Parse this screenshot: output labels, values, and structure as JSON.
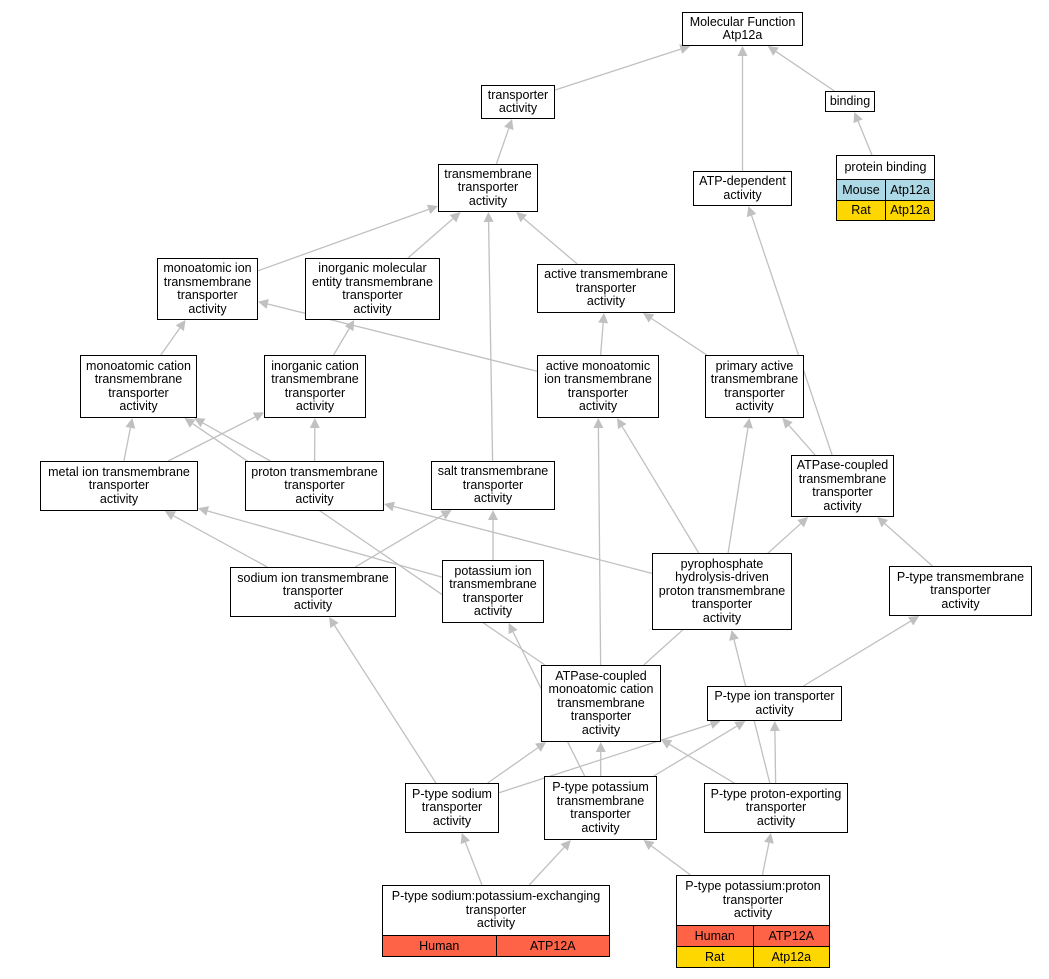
{
  "graph": {
    "edge_color": "#c0c0c0",
    "species_colors": {
      "Human": "#ff6347",
      "Mouse": "#add8e6",
      "Rat": "#ffd700"
    },
    "nodes": [
      {
        "id": "molecular_function",
        "label": "Molecular Function\nAtp12a"
      },
      {
        "id": "transporter_activity",
        "label": "transporter\nactivity"
      },
      {
        "id": "binding",
        "label": "binding"
      },
      {
        "id": "transmembrane_transporter_activity",
        "label": "transmembrane\ntransporter\nactivity"
      },
      {
        "id": "atp_dependent_activity",
        "label": "ATP-dependent\nactivity"
      },
      {
        "id": "monoatomic_ion_tt",
        "label": "monoatomic ion\ntransmembrane\ntransporter\nactivity"
      },
      {
        "id": "inorganic_molecular_entity_tt",
        "label": "inorganic molecular\nentity transmembrane\ntransporter\nactivity"
      },
      {
        "id": "active_tt",
        "label": "active transmembrane\ntransporter\nactivity"
      },
      {
        "id": "monoatomic_cation_tt",
        "label": "monoatomic cation\ntransmembrane\ntransporter\nactivity"
      },
      {
        "id": "inorganic_cation_tt",
        "label": "inorganic cation\ntransmembrane\ntransporter\nactivity"
      },
      {
        "id": "active_monoatomic_ion_tt",
        "label": "active monoatomic\nion transmembrane\ntransporter\nactivity"
      },
      {
        "id": "primary_active_tt",
        "label": "primary active\ntransmembrane\ntransporter\nactivity"
      },
      {
        "id": "metal_ion_tt",
        "label": "metal ion transmembrane\ntransporter\nactivity"
      },
      {
        "id": "proton_tt",
        "label": "proton transmembrane\ntransporter\nactivity"
      },
      {
        "id": "salt_tt",
        "label": "salt transmembrane\ntransporter\nactivity"
      },
      {
        "id": "atpase_coupled_tt",
        "label": "ATPase-coupled\ntransmembrane\ntransporter\nactivity"
      },
      {
        "id": "sodium_ion_tt",
        "label": "sodium ion transmembrane\ntransporter\nactivity"
      },
      {
        "id": "potassium_ion_tt",
        "label": "potassium ion\ntransmembrane\ntransporter\nactivity"
      },
      {
        "id": "pyrophosphate_proton_tt",
        "label": "pyrophosphate\nhydrolysis-driven\nproton transmembrane\ntransporter\nactivity"
      },
      {
        "id": "p_type_tt",
        "label": "P-type transmembrane\ntransporter\nactivity"
      },
      {
        "id": "atpase_monoatomic_cation_tt",
        "label": "ATPase-coupled\nmonoatomic cation\ntransmembrane\ntransporter\nactivity"
      },
      {
        "id": "p_type_ion_transporter",
        "label": "P-type ion transporter\nactivity"
      },
      {
        "id": "p_type_sodium",
        "label": "P-type sodium\ntransporter\nactivity"
      },
      {
        "id": "p_type_potassium_tt",
        "label": "P-type potassium\ntransmembrane\ntransporter\nactivity"
      },
      {
        "id": "p_type_proton_exporting",
        "label": "P-type proton-exporting\ntransporter\nactivity"
      }
    ],
    "annotated_nodes": [
      {
        "id": "protein_binding",
        "label": "protein binding",
        "rows": [
          {
            "species": "Mouse",
            "gene": "Atp12a"
          },
          {
            "species": "Rat",
            "gene": "Atp12a"
          }
        ]
      },
      {
        "id": "p_type_sodium_potassium_exchanging",
        "label": "P-type sodium:potassium-exchanging\ntransporter\nactivity",
        "rows": [
          {
            "species": "Human",
            "gene": "ATP12A"
          }
        ]
      },
      {
        "id": "p_type_potassium_proton",
        "label": "P-type potassium:proton\ntransporter\nactivity",
        "rows": [
          {
            "species": "Human",
            "gene": "ATP12A"
          },
          {
            "species": "Rat",
            "gene": "Atp12a"
          }
        ]
      }
    ],
    "edges": [
      [
        "transporter_activity",
        "molecular_function"
      ],
      [
        "atp_dependent_activity",
        "molecular_function"
      ],
      [
        "binding",
        "molecular_function"
      ],
      [
        "protein_binding",
        "binding"
      ],
      [
        "transmembrane_transporter_activity",
        "transporter_activity"
      ],
      [
        "monoatomic_ion_tt",
        "transmembrane_transporter_activity"
      ],
      [
        "inorganic_molecular_entity_tt",
        "transmembrane_transporter_activity"
      ],
      [
        "salt_tt",
        "transmembrane_transporter_activity"
      ],
      [
        "active_tt",
        "transmembrane_transporter_activity"
      ],
      [
        "monoatomic_cation_tt",
        "monoatomic_ion_tt"
      ],
      [
        "active_monoatomic_ion_tt",
        "monoatomic_ion_tt"
      ],
      [
        "inorganic_cation_tt",
        "inorganic_molecular_entity_tt"
      ],
      [
        "active_monoatomic_ion_tt",
        "active_tt"
      ],
      [
        "primary_active_tt",
        "active_tt"
      ],
      [
        "metal_ion_tt",
        "monoatomic_cation_tt"
      ],
      [
        "proton_tt",
        "monoatomic_cation_tt"
      ],
      [
        "atpase_monoatomic_cation_tt",
        "monoatomic_cation_tt"
      ],
      [
        "metal_ion_tt",
        "inorganic_cation_tt"
      ],
      [
        "proton_tt",
        "inorganic_cation_tt"
      ],
      [
        "atpase_coupled_tt",
        "primary_active_tt"
      ],
      [
        "pyrophosphate_proton_tt",
        "primary_active_tt"
      ],
      [
        "pyrophosphate_proton_tt",
        "active_monoatomic_ion_tt"
      ],
      [
        "atpase_monoatomic_cation_tt",
        "active_monoatomic_ion_tt"
      ],
      [
        "atpase_coupled_tt",
        "atp_dependent_activity"
      ],
      [
        "sodium_ion_tt",
        "metal_ion_tt"
      ],
      [
        "potassium_ion_tt",
        "metal_ion_tt"
      ],
      [
        "sodium_ion_tt",
        "salt_tt"
      ],
      [
        "potassium_ion_tt",
        "salt_tt"
      ],
      [
        "pyrophosphate_proton_tt",
        "proton_tt"
      ],
      [
        "p_type_tt",
        "atpase_coupled_tt"
      ],
      [
        "atpase_monoatomic_cation_tt",
        "atpase_coupled_tt"
      ],
      [
        "p_type_ion_transporter",
        "p_type_tt"
      ],
      [
        "p_type_proton_exporting",
        "p_type_ion_transporter"
      ],
      [
        "p_type_sodium",
        "p_type_ion_transporter"
      ],
      [
        "p_type_potassium_tt",
        "p_type_ion_transporter"
      ],
      [
        "p_type_sodium",
        "atpase_monoatomic_cation_tt"
      ],
      [
        "p_type_potassium_tt",
        "atpase_monoatomic_cation_tt"
      ],
      [
        "p_type_proton_exporting",
        "atpase_monoatomic_cation_tt"
      ],
      [
        "p_type_sodium",
        "sodium_ion_tt"
      ],
      [
        "p_type_potassium_tt",
        "potassium_ion_tt"
      ],
      [
        "p_type_proton_exporting",
        "pyrophosphate_proton_tt"
      ],
      [
        "p_type_sodium_potassium_exchanging",
        "p_type_sodium"
      ],
      [
        "p_type_sodium_potassium_exchanging",
        "p_type_potassium_tt"
      ],
      [
        "p_type_potassium_proton",
        "p_type_potassium_tt"
      ],
      [
        "p_type_potassium_proton",
        "p_type_proton_exporting"
      ]
    ]
  }
}
